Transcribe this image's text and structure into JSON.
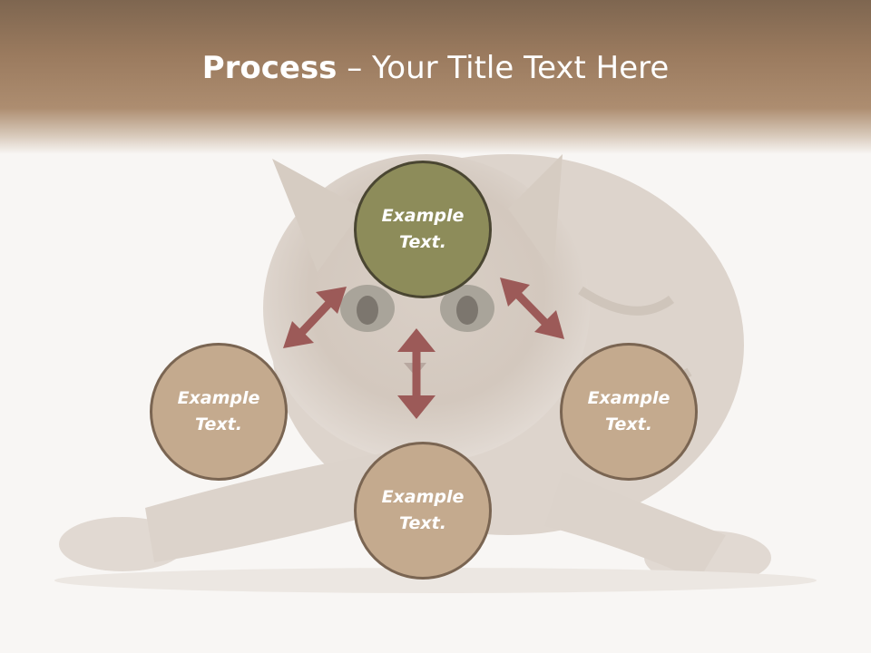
{
  "title": {
    "bold": "Process",
    "rest": " – Your Title Text Here"
  },
  "nodes": [
    {
      "label": "Example\nText."
    },
    {
      "label": "Example\nText."
    },
    {
      "label": "Example\nText."
    },
    {
      "label": "Example\nText."
    }
  ],
  "colors": {
    "header": "#9a7a5e",
    "node_top": "#8d8c5a",
    "node": "#c4aa8e",
    "arrow": "#9c5a58"
  }
}
